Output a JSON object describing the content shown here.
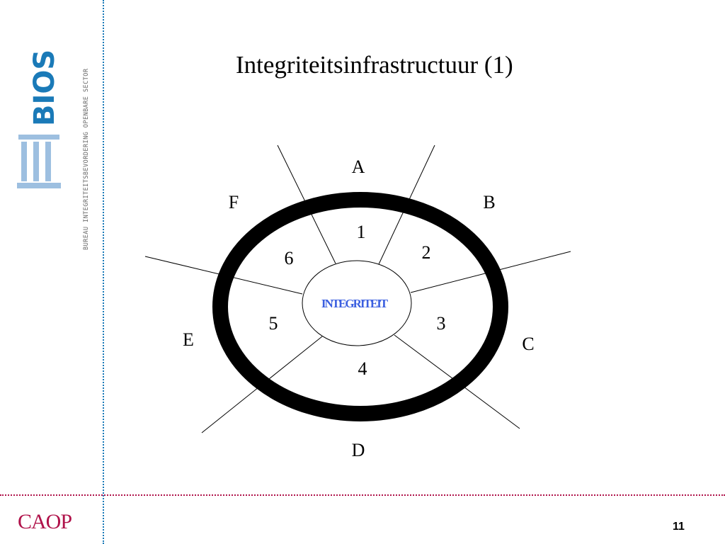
{
  "slide": {
    "title": "Integriteitsinfrastructuur (1)",
    "page_number": "11"
  },
  "branding": {
    "logo_text": "BIOS",
    "logo_subtitle": "BUREAU INTEGRITEITSBEVORDERING OPENBARE SECTOR",
    "footer_logo": "CAOP",
    "colors": {
      "bios_blue": "#1a7ab8",
      "bios_light_blue": "#9dbfe0",
      "caop_red": "#b0124a",
      "center_text_blue": "#3b5fe0"
    }
  },
  "diagram": {
    "center_label": "INTEGRITEIT",
    "inner_segments": [
      "1",
      "2",
      "3",
      "4",
      "5",
      "6"
    ],
    "outer_labels": [
      "A",
      "B",
      "C",
      "D",
      "E",
      "F"
    ]
  }
}
